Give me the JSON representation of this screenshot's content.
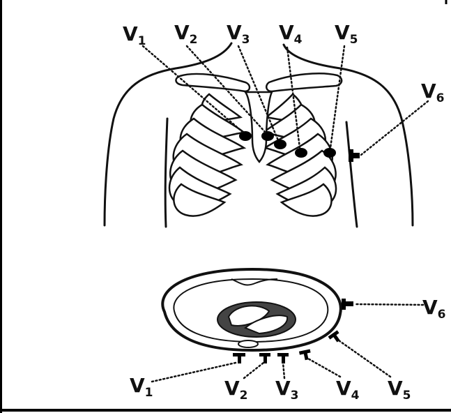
{
  "colors": {
    "ink": "#111111",
    "background": "#ffffff",
    "heart_fill": "#444444",
    "frame": "#000000"
  },
  "top_labels": [
    {
      "id": "v1",
      "main": "V",
      "sub": "1"
    },
    {
      "id": "v2",
      "main": "V",
      "sub": "2"
    },
    {
      "id": "v3",
      "main": "V",
      "sub": "3"
    },
    {
      "id": "v4",
      "main": "V",
      "sub": "4"
    },
    {
      "id": "v5",
      "main": "V",
      "sub": "5"
    },
    {
      "id": "v6",
      "main": "V",
      "sub": "6"
    }
  ],
  "bottom_labels": [
    {
      "id": "v1",
      "main": "V",
      "sub": "1"
    },
    {
      "id": "v2",
      "main": "V",
      "sub": "2"
    },
    {
      "id": "v3",
      "main": "V",
      "sub": "3"
    },
    {
      "id": "v4",
      "main": "V",
      "sub": "4"
    },
    {
      "id": "v5",
      "main": "V",
      "sub": "5"
    },
    {
      "id": "v6",
      "main": "V",
      "sub": "6"
    }
  ]
}
